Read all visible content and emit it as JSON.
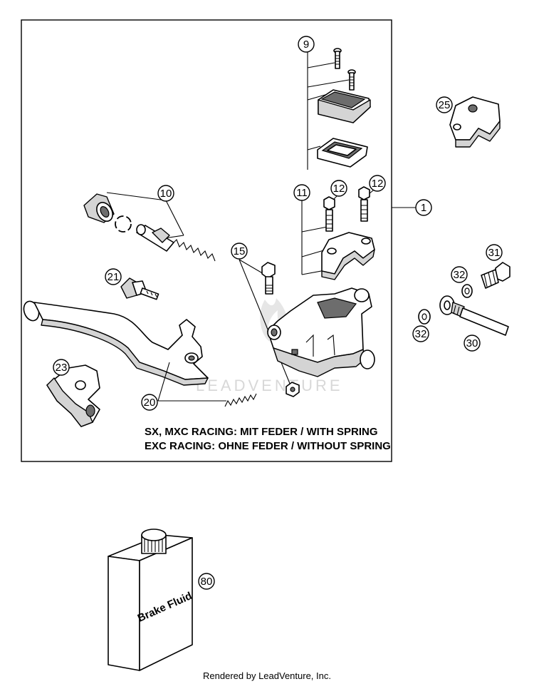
{
  "callouts": {
    "c1": "1",
    "c9": "9",
    "c10": "10",
    "c11": "11",
    "c12a": "12",
    "c12b": "12",
    "c15": "15",
    "c20": "20",
    "c21": "21",
    "c23": "23",
    "c25": "25",
    "c30": "30",
    "c31": "31",
    "c32a": "32",
    "c32b": "32",
    "c80": "80"
  },
  "notes": {
    "line1": "SX, MXC RACING: MIT FEDER / WITH SPRING",
    "line2": "EXC RACING: OHNE FEDER / WITHOUT SPRING"
  },
  "bottle_label": "Brake Fluid",
  "watermark": "LEADVENTURE",
  "footer": "Rendered by LeadVenture, Inc."
}
